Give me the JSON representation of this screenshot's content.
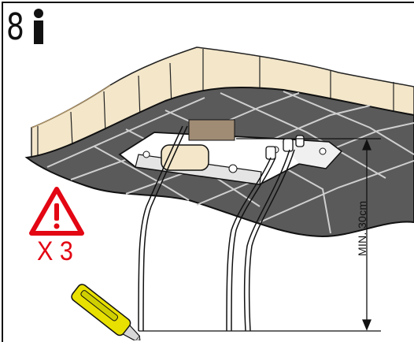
{
  "step": {
    "number": "8",
    "icon": "info-icon"
  },
  "warning": {
    "icon": "warning-triangle-icon",
    "color": "#e30613",
    "count_label": "X 3"
  },
  "dimension": {
    "label": "MIN. 30cm"
  },
  "tool": {
    "icon": "utility-knife-icon",
    "color": "#e8e000"
  },
  "colors": {
    "tile": "#5a5a5a",
    "wall": "#f3e6c9",
    "background": "#ffffff"
  }
}
